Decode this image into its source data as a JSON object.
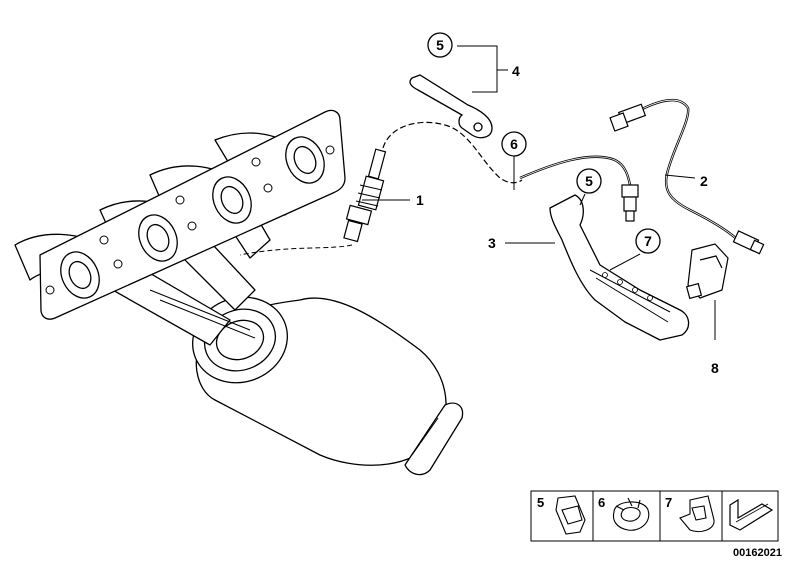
{
  "diagram": {
    "callouts": {
      "c1": "1",
      "c2": "2",
      "c3": "3",
      "c4": "4",
      "c5a": "5",
      "c5b": "5",
      "c6": "6",
      "c7": "7",
      "c8": "8"
    },
    "legend": {
      "item5": "5",
      "item6": "6",
      "item7": "7"
    },
    "diagram_id": "00162021"
  }
}
